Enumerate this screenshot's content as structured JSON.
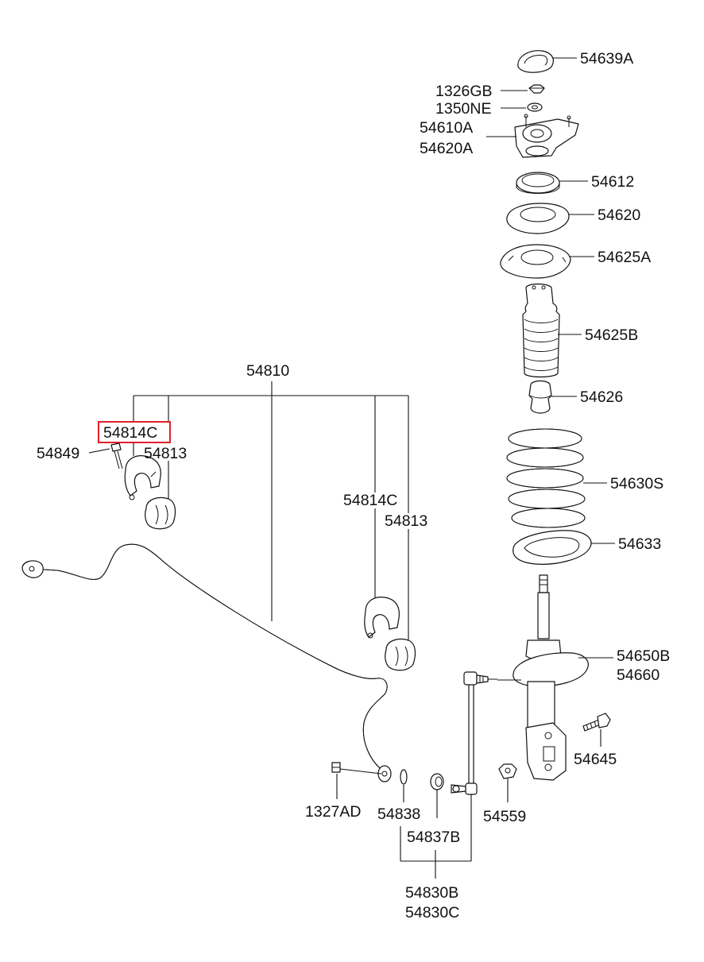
{
  "labels": {
    "p54639A": "54639A",
    "p1326GB": "1326GB",
    "p1350NE": "1350NE",
    "p54610A": "54610A",
    "p54620A": "54620A",
    "p54612": "54612",
    "p54620": "54620",
    "p54625A": "54625A",
    "p54625B": "54625B",
    "p54626": "54626",
    "p54630S": "54630S",
    "p54633": "54633",
    "p54650B": "54650B",
    "p54660": "54660",
    "p54645": "54645",
    "p54559": "54559",
    "p54810": "54810",
    "p54814C_left": "54814C",
    "p54849": "54849",
    "p54813_left": "54813",
    "p54814C_right": "54814C",
    "p54813_right": "54813",
    "p1327AD": "1327AD",
    "p54838": "54838",
    "p54837B": "54837B",
    "p54830B": "54830B",
    "p54830C": "54830C"
  },
  "highlight": {
    "part": "54814C",
    "color": "#e0202a"
  }
}
